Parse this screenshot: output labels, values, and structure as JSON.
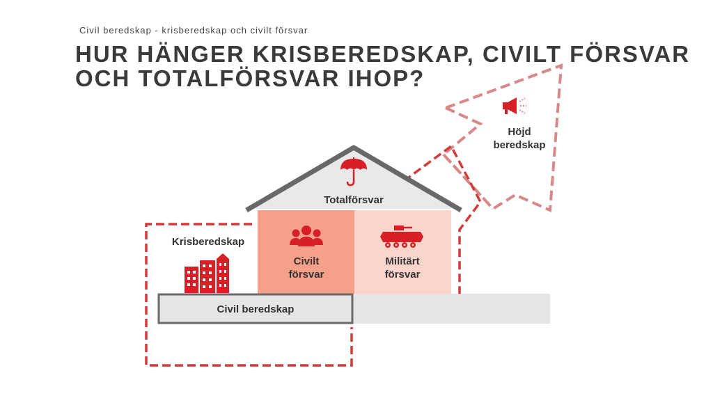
{
  "header": {
    "subtitle": "Civil beredskap - krisberedskap och civilt försvar",
    "title_line1": "HUR HÄNGER KRISBEREDSKAP, CIVILT FÖRSVAR",
    "title_line2": "OCH TOTALFÖRSVAR IHOP?"
  },
  "diagram": {
    "roof_label": "Totalförsvar",
    "left_label": "Krisberedskap",
    "civil_defense": {
      "line1": "Civilt",
      "line2": "försvar"
    },
    "military_defense": {
      "line1": "Militärt",
      "line2": "försvar"
    },
    "foundation_label": "Civil beredskap",
    "arrow_label": {
      "line1": "Höjd",
      "line2": "beredskap"
    }
  },
  "colors": {
    "accent_red": "#d61f26",
    "dashed_red": "#d9363e",
    "roof_gray": "#686868",
    "civil_box": "#f4a08a",
    "military_box": "#fbd5cc",
    "foundation": "#e5e5e5"
  },
  "icons": [
    "umbrella-icon",
    "people-icon",
    "tank-icon",
    "buildings-icon",
    "megaphone-icon"
  ]
}
